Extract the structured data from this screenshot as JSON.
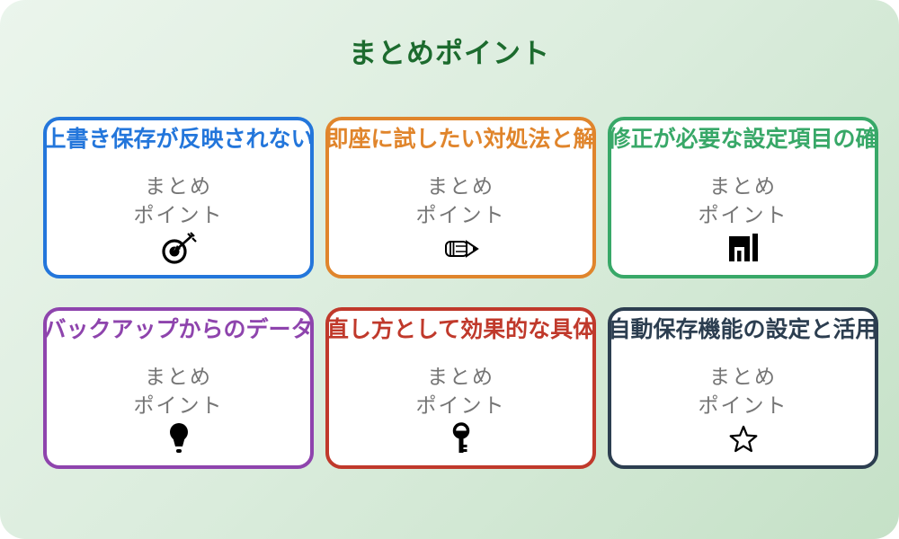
{
  "page": {
    "title": "まとめポイント",
    "title_color": "#1c6b2e",
    "background_gradient_from": "#ebf5ec",
    "background_gradient_to": "#c5e1c7",
    "card_background": "#ffffff",
    "label_color": "#757575"
  },
  "cards": [
    {
      "title": "上書き保存が反映されない",
      "color": "#2376db",
      "subtitle_line1": "まとめ",
      "subtitle_line2": "ポイント",
      "icon": "target-dart-icon"
    },
    {
      "title": "即座に試したい対処法と解",
      "color": "#e0852c",
      "subtitle_line1": "まとめ",
      "subtitle_line2": "ポイント",
      "icon": "pencil-icon"
    },
    {
      "title": "修正が必要な設定項目の確",
      "color": "#38a868",
      "subtitle_line1": "まとめ",
      "subtitle_line2": "ポイント",
      "icon": "bar-chart-icon"
    },
    {
      "title": "バックアップからのデータ",
      "color": "#8e44ad",
      "subtitle_line1": "まとめ",
      "subtitle_line2": "ポイント",
      "icon": "lightbulb-icon"
    },
    {
      "title": "直し方として効果的な具体",
      "color": "#c0392b",
      "subtitle_line1": "まとめ",
      "subtitle_line2": "ポイント",
      "icon": "key-icon"
    },
    {
      "title": "自動保存機能の設定と活用",
      "color": "#2c3e50",
      "subtitle_line1": "まとめ",
      "subtitle_line2": "ポイント",
      "icon": "star-icon"
    }
  ]
}
